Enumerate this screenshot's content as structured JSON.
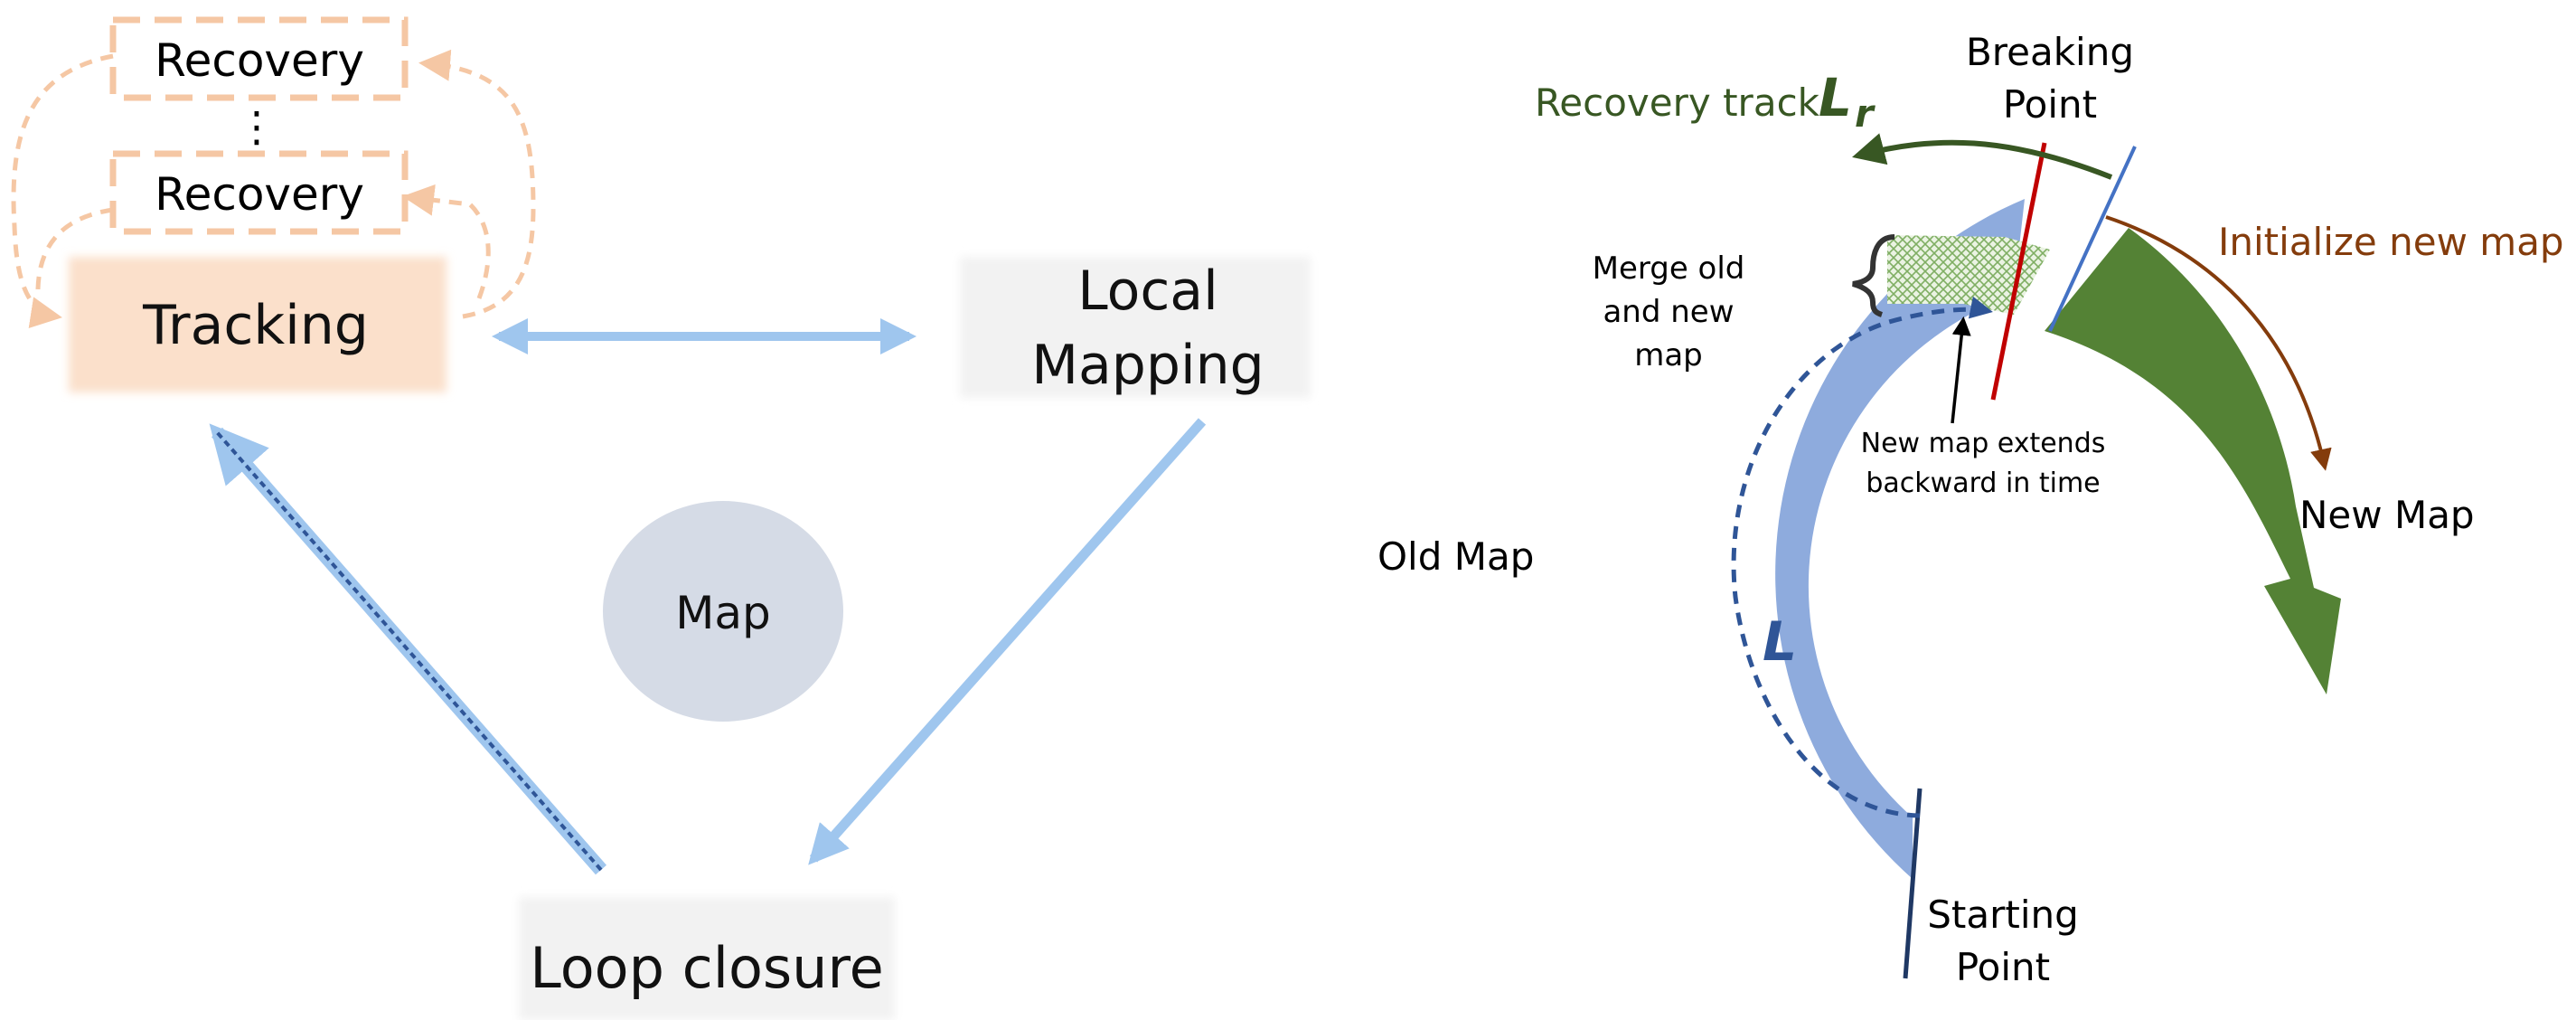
{
  "left": {
    "recovery_top": "Recovery",
    "ellipsis": "⋮",
    "recovery_bottom": "Recovery",
    "tracking": "Tracking",
    "local_mapping_line1": "Local",
    "local_mapping_line2": "Mapping",
    "map": "Map",
    "loop_closure": "Loop closure"
  },
  "right": {
    "recovery_track": "Recovery track",
    "recovery_symbol": "L",
    "recovery_subscript": "r",
    "breaking_point_line1": "Breaking",
    "breaking_point_line2": "Point",
    "initialize_new_map": "Initialize new map",
    "merge_line1": "Merge old",
    "merge_line2": "and new",
    "merge_line3": "map",
    "extends_line1": "New map extends",
    "extends_line2": "backward in time",
    "new_map": "New Map",
    "old_map": "Old Map",
    "loop_symbol": "L",
    "starting_point_line1": "Starting",
    "starting_point_line2": "Point"
  },
  "colors": {
    "recovery_orange": "#f5c7a4",
    "tracking_fill": "#fbe0cb",
    "gray_box": "#f2f2f2",
    "map_ellipse": "#d5dbe6",
    "light_blue_arrow": "#9fc6ee",
    "old_map_blue": "#8eabdd",
    "new_map_green": "#548235",
    "recovery_green": "#385723",
    "initialize_brown": "#843c0c",
    "dashed_blue": "#2f5597",
    "breaking_red": "#c00000",
    "starting_navy": "#1f3864"
  }
}
